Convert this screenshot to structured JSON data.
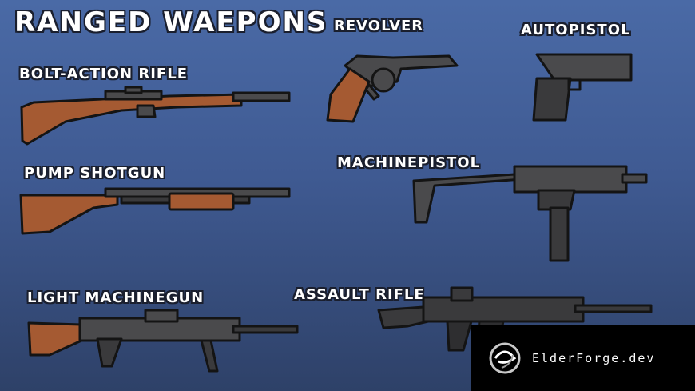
{
  "title": "RANGED WAEPONS",
  "weapons": {
    "bolt_action_rifle": "BOLT-ACTION RIFLE",
    "revolver": "REVOLVER",
    "autopistol": "AUTOPISTOL",
    "pump_shotgun": "PUMP SHOTGUN",
    "machinepistol": "MACHINEPISTOL",
    "light_machinegun": "LIGHT MACHINEGUN",
    "assault_rifle": "ASSAULT RIFLE"
  },
  "watermark": "ElderForge.dev",
  "colors": {
    "wood": "#a55a32",
    "metal": "#4a4a4c",
    "outline": "#141414"
  }
}
